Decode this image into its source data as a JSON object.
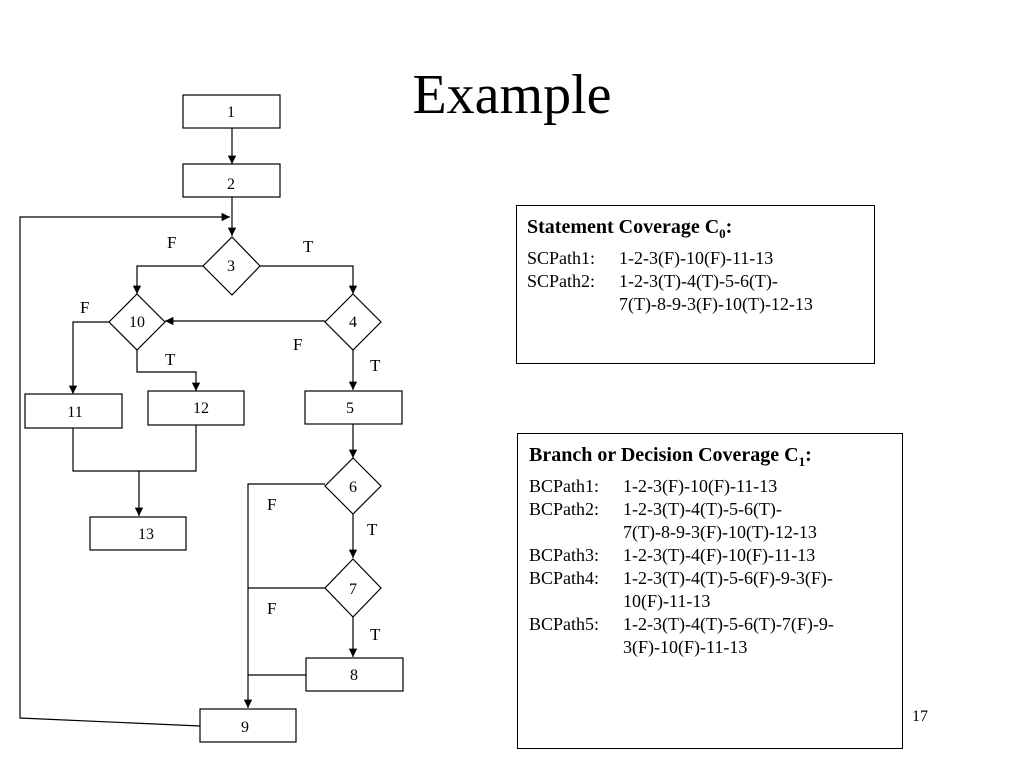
{
  "slide": {
    "title": "Example",
    "page_number": "17"
  },
  "flowchart": {
    "nodes": [
      {
        "id": "1",
        "label": "1",
        "shape": "box"
      },
      {
        "id": "2",
        "label": "2",
        "shape": "box"
      },
      {
        "id": "3",
        "label": "3",
        "shape": "diamond"
      },
      {
        "id": "4",
        "label": "4",
        "shape": "diamond"
      },
      {
        "id": "5",
        "label": "5",
        "shape": "box"
      },
      {
        "id": "6",
        "label": "6",
        "shape": "diamond"
      },
      {
        "id": "7",
        "label": "7",
        "shape": "diamond"
      },
      {
        "id": "8",
        "label": "8",
        "shape": "box"
      },
      {
        "id": "9",
        "label": "9",
        "shape": "box"
      },
      {
        "id": "10",
        "label": "10",
        "shape": "diamond"
      },
      {
        "id": "11",
        "label": "11",
        "shape": "box"
      },
      {
        "id": "12",
        "label": "12",
        "shape": "box"
      },
      {
        "id": "13",
        "label": "13",
        "shape": "box"
      }
    ],
    "edges": [
      {
        "from": "1",
        "to": "2",
        "label": ""
      },
      {
        "from": "2",
        "to": "3",
        "label": ""
      },
      {
        "from": "3",
        "to": "10",
        "label": "F"
      },
      {
        "from": "3",
        "to": "4",
        "label": "T"
      },
      {
        "from": "4",
        "to": "10",
        "label": "F"
      },
      {
        "from": "4",
        "to": "5",
        "label": "T"
      },
      {
        "from": "10",
        "to": "11",
        "label": "F"
      },
      {
        "from": "10",
        "to": "12",
        "label": "T"
      },
      {
        "from": "11",
        "to": "13",
        "label": ""
      },
      {
        "from": "12",
        "to": "13",
        "label": ""
      },
      {
        "from": "5",
        "to": "6",
        "label": ""
      },
      {
        "from": "6",
        "to": "9",
        "label": "F"
      },
      {
        "from": "6",
        "to": "7",
        "label": "T"
      },
      {
        "from": "7",
        "to": "9",
        "label": "F"
      },
      {
        "from": "7",
        "to": "8",
        "label": "T"
      },
      {
        "from": "8",
        "to": "9",
        "label": ""
      },
      {
        "from": "9",
        "to": "3",
        "label": ""
      }
    ]
  },
  "statement_coverage": {
    "title_text": "Statement Coverage C",
    "title_sub": "0",
    "title_suffix": ":",
    "paths": [
      {
        "label": "SCPath1:",
        "lines": [
          "1-2-3(F)-10(F)-11-13"
        ]
      },
      {
        "label": "SCPath2:",
        "lines": [
          "1-2-3(T)-4(T)-5-6(T)-",
          "7(T)-8-9-3(F)-10(T)-12-13"
        ]
      }
    ]
  },
  "branch_coverage": {
    "title_text": "Branch or Decision Coverage C",
    "title_sub": "1",
    "title_suffix": ":",
    "paths": [
      {
        "label": "BCPath1:",
        "lines": [
          "1-2-3(F)-10(F)-11-13"
        ]
      },
      {
        "label": "BCPath2:",
        "lines": [
          "1-2-3(T)-4(T)-5-6(T)-",
          "7(T)-8-9-3(F)-10(T)-12-13"
        ]
      },
      {
        "label": "BCPath3:",
        "lines": [
          "1-2-3(T)-4(F)-10(F)-11-13"
        ]
      },
      {
        "label": "BCPath4:",
        "lines": [
          "1-2-3(T)-4(T)-5-6(F)-9-3(F)-",
          "10(F)-11-13"
        ]
      },
      {
        "label": "BCPath5:",
        "lines": [
          "1-2-3(T)-4(T)-5-6(T)-7(F)-9-",
          "3(F)-10(F)-11-13"
        ]
      }
    ]
  }
}
